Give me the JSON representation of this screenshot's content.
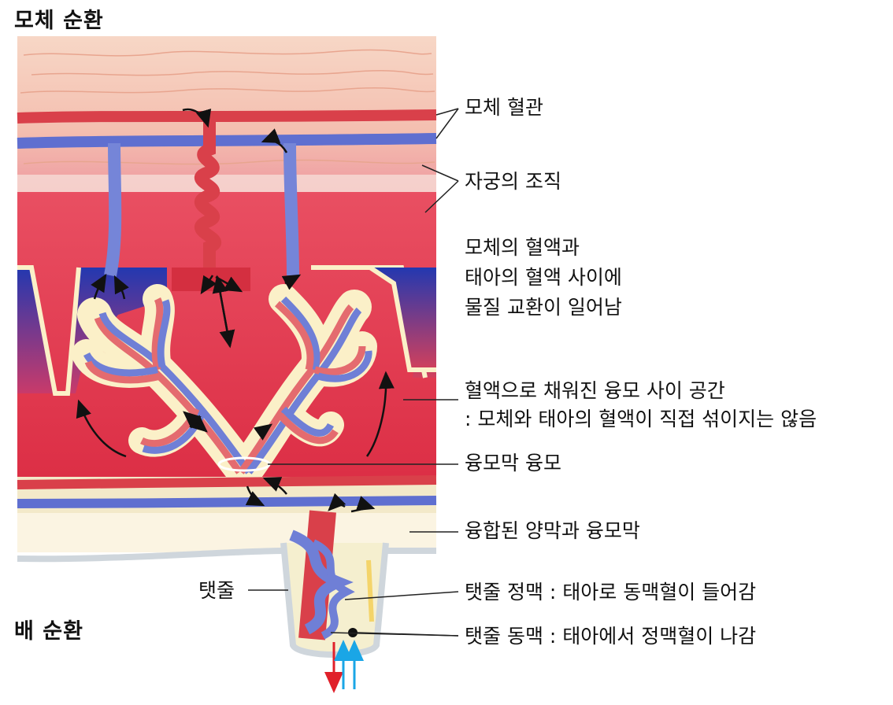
{
  "headings": {
    "maternal_circulation": "모체 순환",
    "fetal_circulation": "배 순환"
  },
  "labels": {
    "maternal_vessels": "모체 혈관",
    "uterine_tissue": "자궁의 조직",
    "exchange_line1": "모체의 혈액과",
    "exchange_line2": "태아의 혈액 사이에",
    "exchange_line3": "물질 교환이 일어남",
    "intervillous_line1": "혈액으로 채워진 융모 사이 공간",
    "intervillous_line2": ": 모체와 태아의 혈액이 직접 섞이지는 않음",
    "chorionic_villi": "융모막 융모",
    "fused_membranes": "융합된 양막과 융모막",
    "umbilical_cord": "탯줄",
    "umbilical_vein": "탯줄 정맥 : 태아로 동맥혈이 들어감",
    "umbilical_artery": "탯줄 동맥 : 태아에서 정맥혈이 나감"
  },
  "colors": {
    "uterine_tissue": "#f7c9b4",
    "maternal_blood": "#e0334a",
    "venous_blue": "#2f49b8",
    "vessel_red": "#d9404a",
    "vessel_blue": "#5f6fd0",
    "villus_edge": "#fbf0c8",
    "membrane": "#f3e9c9"
  }
}
